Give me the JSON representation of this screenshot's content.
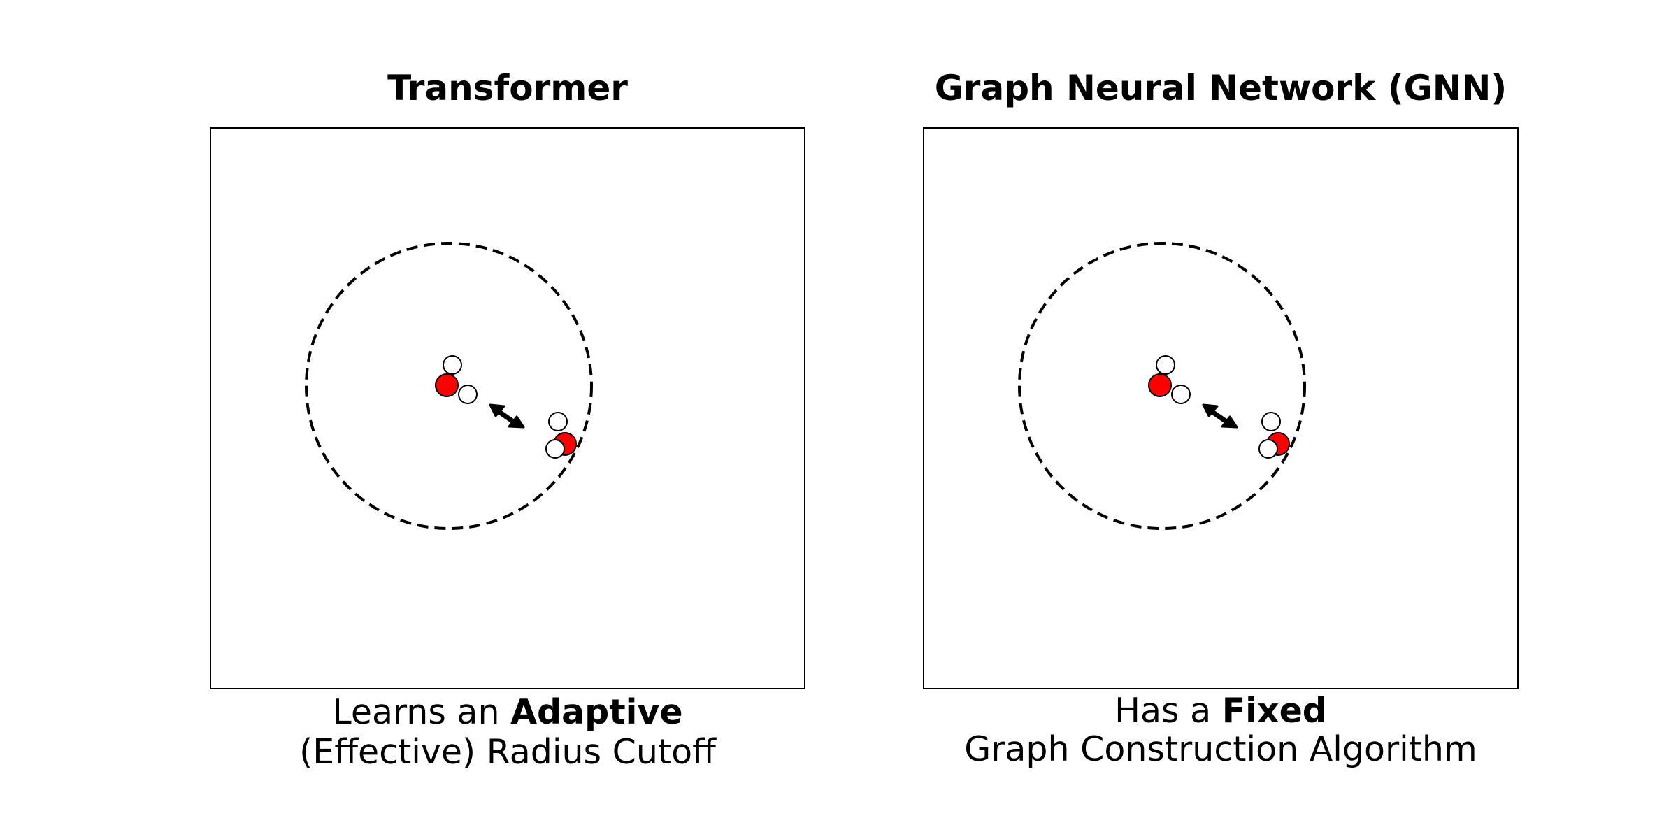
{
  "panels": [
    {
      "title": "Transformer",
      "caption_line1_pre": "Learns an ",
      "caption_line1_bold": "Adaptive",
      "caption_line2": "(Effective) Radius Cutoff"
    },
    {
      "title": "Graph Neural Network (GNN)",
      "caption_line1_pre": "Has a ",
      "caption_line1_bold": "Fixed",
      "caption_line2": "Graph Construction Algorithm"
    }
  ],
  "colors": {
    "oxygen": "#ff0000",
    "hydrogen": "#ffffff",
    "stroke": "#000000"
  }
}
